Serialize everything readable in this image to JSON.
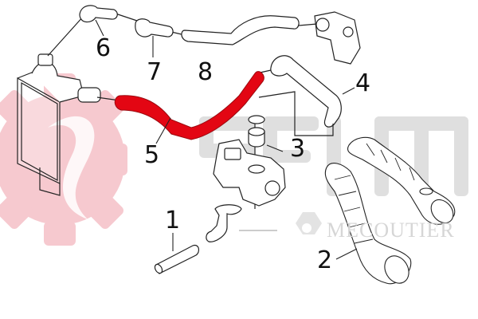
{
  "diagram": {
    "type": "exploded parts diagram",
    "subject": "Turbo / intercooler air hoses",
    "highlight_color": "#e30613",
    "callouts": [
      {
        "id": "1",
        "label": "1",
        "part": "straight short hose"
      },
      {
        "id": "2",
        "label": "2",
        "part": "corrugated air duct"
      },
      {
        "id": "3",
        "label": "3",
        "part": "seal ring and spacer"
      },
      {
        "id": "4",
        "label": "4",
        "part": "bent pipe"
      },
      {
        "id": "5",
        "label": "5",
        "part": "intercooler hose (highlighted)"
      },
      {
        "id": "6",
        "label": "6",
        "part": "elbow hose"
      },
      {
        "id": "7",
        "label": "7",
        "part": "elbow connector"
      },
      {
        "id": "8",
        "label": "8",
        "part": "long hose"
      }
    ],
    "watermarks": {
      "gear_color": "#f6c9cf",
      "seim_text": "SEIM",
      "seim_color": "#d9d9d9",
      "brand_text": "MECOUTIER"
    }
  }
}
